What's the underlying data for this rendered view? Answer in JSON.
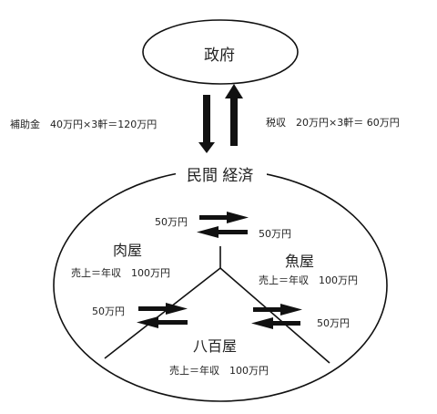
{
  "government": {
    "label": "政府"
  },
  "subsidy": {
    "text": "補助金　40万円×3軒＝120万円"
  },
  "tax": {
    "text": "税収　20万円×3軒＝ 60万円"
  },
  "economy": {
    "label": "民間 経済"
  },
  "shops": {
    "meat": {
      "name": "肉屋",
      "sales": "売上＝年収　100万円"
    },
    "fish": {
      "name": "魚屋",
      "sales": "売上＝年収　100万円"
    },
    "green": {
      "name": "八百屋",
      "sales": "売上＝年収　100万円"
    }
  },
  "flows": {
    "top_left": "50万円",
    "top_right": "50万円",
    "left": "50万円",
    "right": "50万円"
  },
  "colors": {
    "line": "#111111",
    "arrow": "#111111",
    "fill": "#ffffff"
  }
}
